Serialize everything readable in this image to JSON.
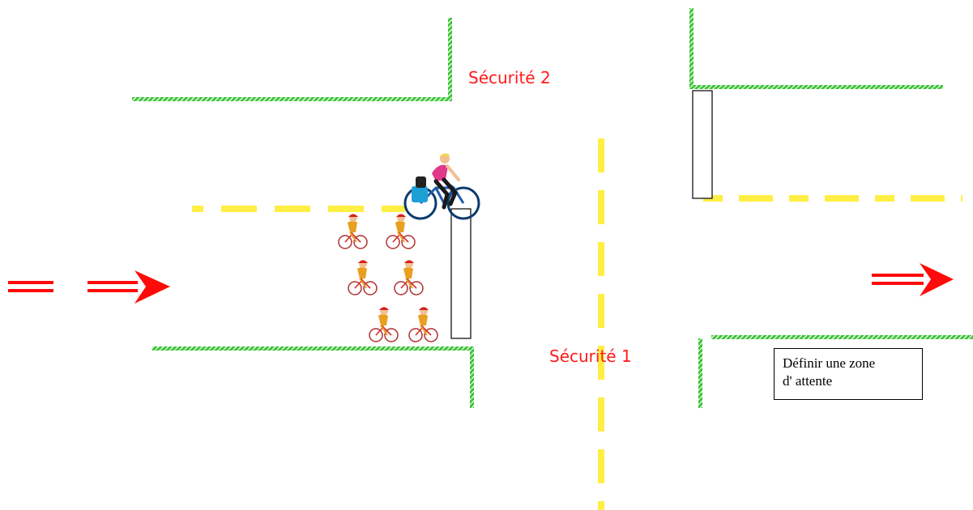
{
  "labels": {
    "securite_2": "Sécurité 2",
    "securite_1": "Sécurité 1"
  },
  "note": {
    "line1": "Définir une zone",
    "line2": "d' attente"
  },
  "colors": {
    "curb": "#3fc43a",
    "center_line": "#ffee44",
    "arrow": "#ff0a0a",
    "label": "#ff1a1a",
    "box_stroke": "#000000"
  },
  "icons": {
    "lead_cyclist": "cyclist-icon",
    "group_cyclists": "small-cyclist-icon",
    "arrows": "double-arrow-right-icon"
  },
  "group_cyclist_count": 6
}
